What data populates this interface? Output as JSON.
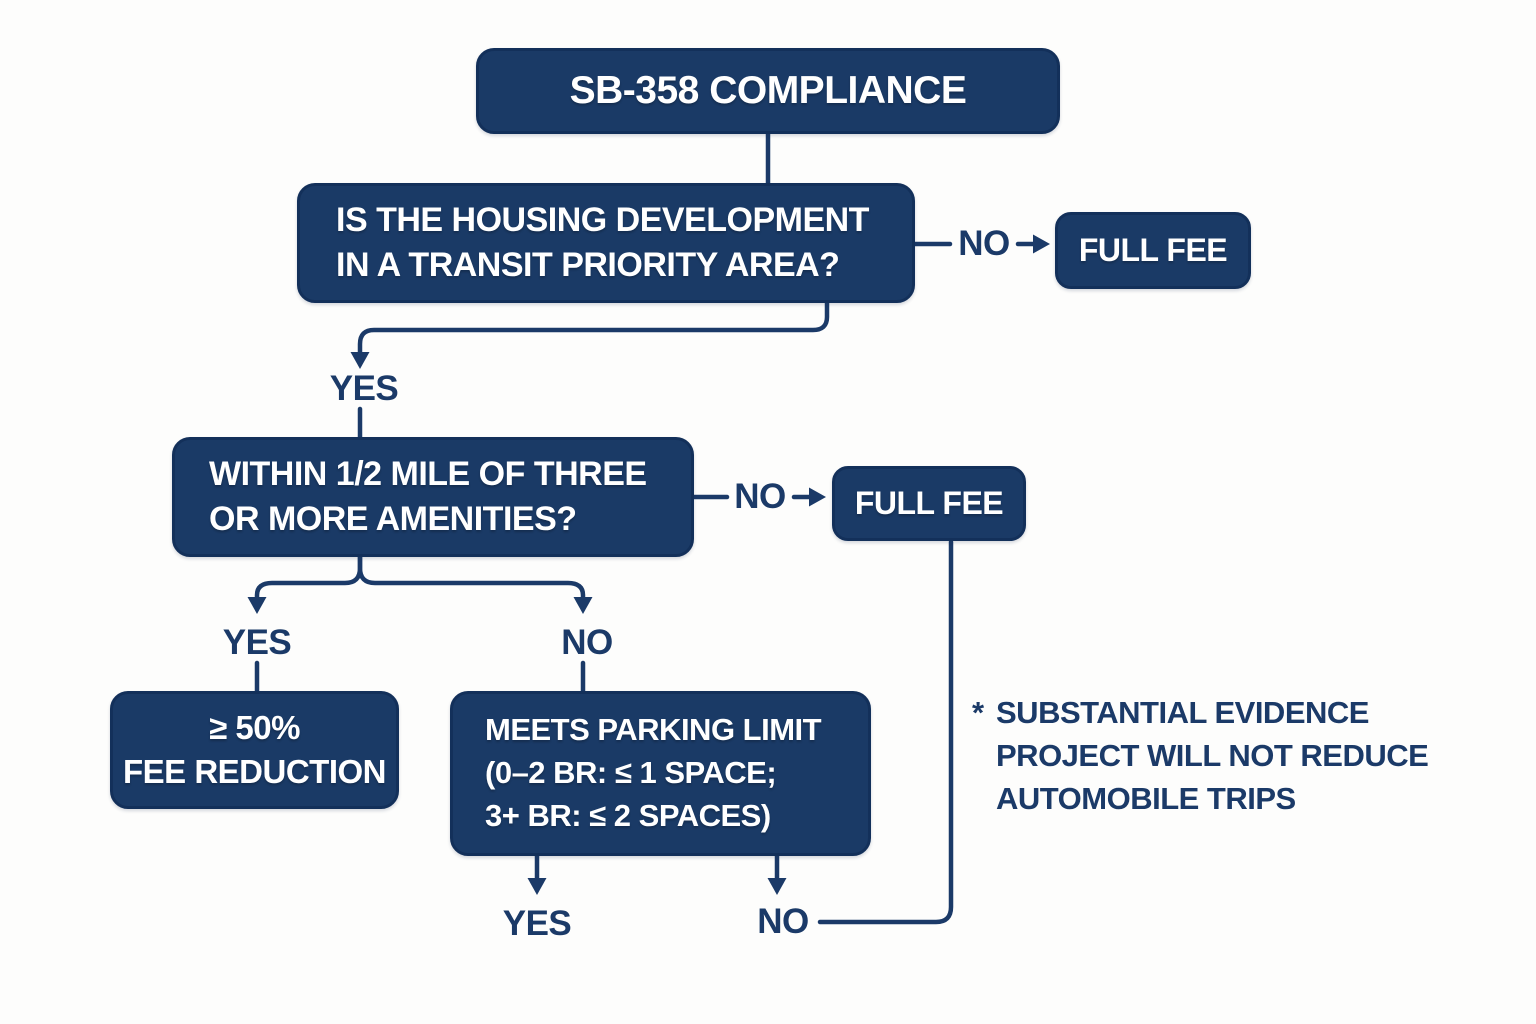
{
  "title": {
    "label": "SB-358 COMPLIANCE"
  },
  "transit": {
    "line1": "IS THE HOUSING DEVELOPMENT",
    "line2": "IN A TRANSIT PRIORITY AREA?",
    "no_label": "NO",
    "yes_label": "YES",
    "full_fee_label": "FULL FEE"
  },
  "amenities": {
    "line1": "WITHIN 1/2 MILE OF THREE",
    "line2": "OR MORE AMENITIES?",
    "no_label": "NO",
    "yes_branch_label": "YES",
    "no_branch_label": "NO",
    "full_fee_label": "FULL FEE"
  },
  "fee_reduction": {
    "line1": "≥ 50%",
    "line2": "FEE REDUCTION"
  },
  "parking": {
    "line1": "MEETS PARKING LIMIT",
    "line2": "(0–2 BR: ≤ 1 SPACE;",
    "line3": "3+ BR: ≤ 2 SPACES)",
    "yes_label": "YES",
    "no_label": "NO"
  },
  "footnote": {
    "marker": "*",
    "line1": "SUBSTANTIAL EVIDENCE",
    "line2": "PROJECT WILL NOT REDUCE",
    "line3": "AUTOMOBILE TRIPS"
  },
  "colors": {
    "box_fill": "#1a3a66",
    "box_border": "#13305a",
    "connector_line": "#1b3a68",
    "label_text": "#1b3a68",
    "box_text": "#ffffff",
    "background": "#fdfdfc"
  }
}
